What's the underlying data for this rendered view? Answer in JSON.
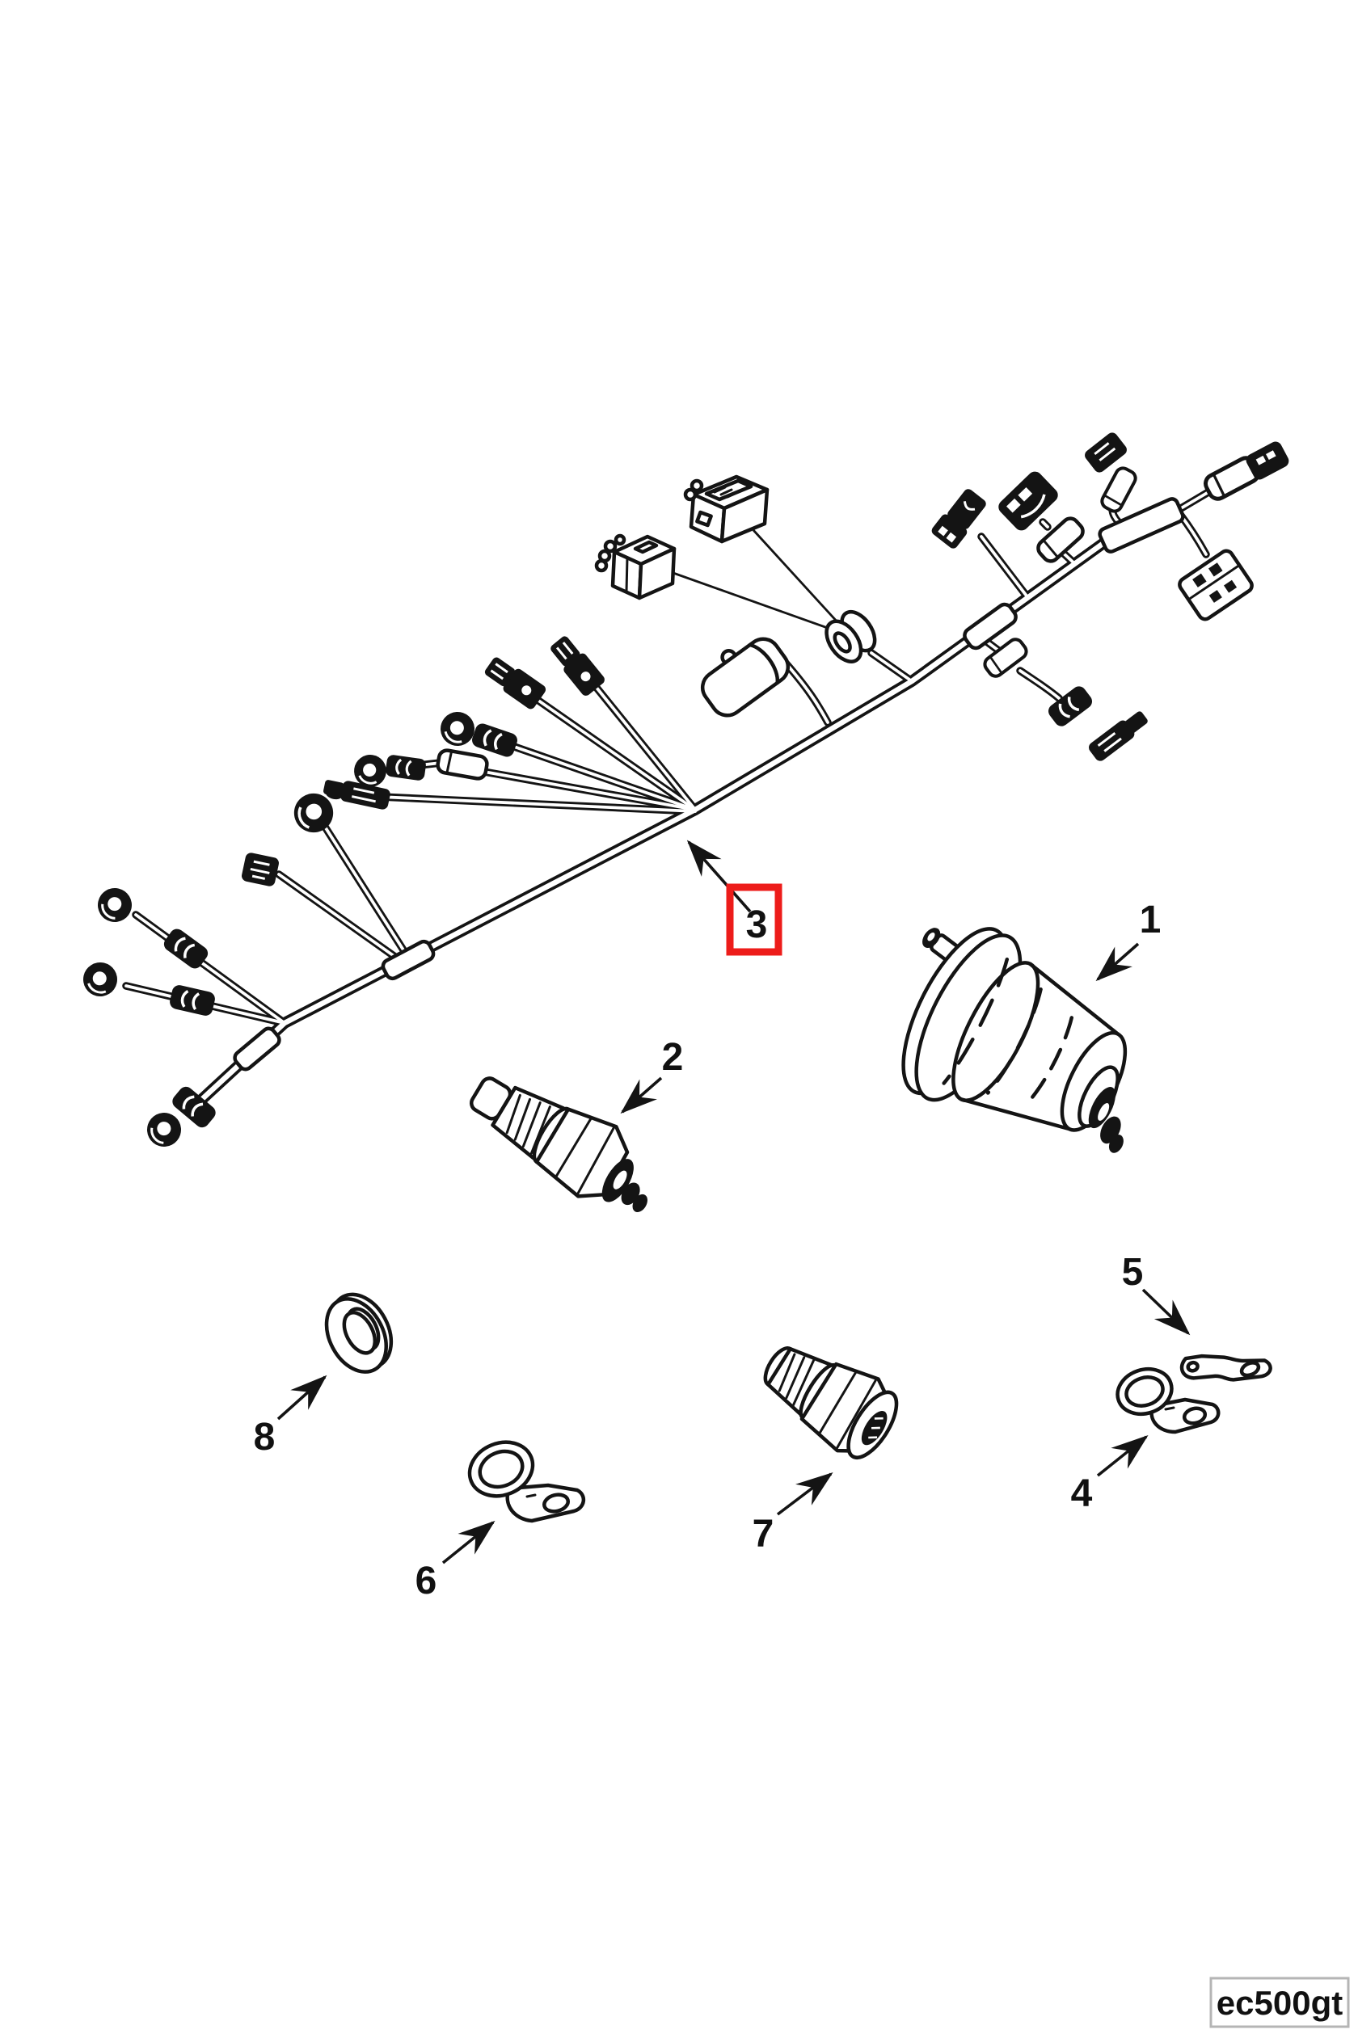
{
  "diagram": {
    "background": "#ffffff",
    "ink": "#141414",
    "accent_red": "#ed1c1a",
    "watermark": "ec500gt",
    "callouts": [
      {
        "number": "1",
        "highlighted": false
      },
      {
        "number": "2",
        "highlighted": false
      },
      {
        "number": "3",
        "highlighted": true
      },
      {
        "number": "4",
        "highlighted": false
      },
      {
        "number": "5",
        "highlighted": false
      },
      {
        "number": "6",
        "highlighted": false
      },
      {
        "number": "7",
        "highlighted": false
      },
      {
        "number": "8",
        "highlighted": false
      }
    ]
  }
}
